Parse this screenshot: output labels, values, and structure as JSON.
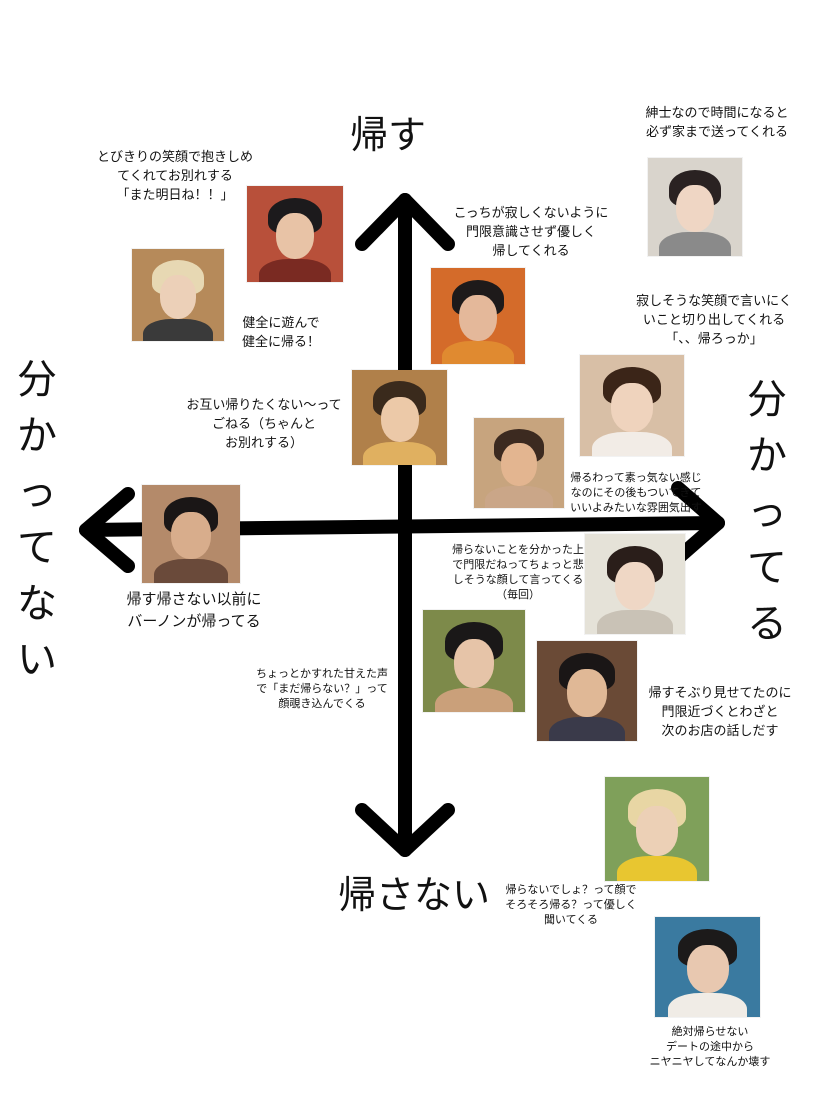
{
  "axes": {
    "top": "帰す",
    "bottom": "帰さない",
    "left": "分かってない",
    "right": "分かってる"
  },
  "notes": [
    "とびきりの笑顔で抱きしめ\nてくれてお別れする\n「また明日ね！！」",
    "健全に遊んで\n健全に帰る！",
    "こっちが寂しくないように\n門限意識させず優しく\n帰してくれる",
    "紳士なので時間になると\n必ず家まで送ってくれる",
    "寂しそうな笑顔で言いにく\nいこと切り出してくれる\n「、、帰ろっか」",
    "お互い帰りたくない〜って\nごねる（ちゃんと\nお別れする）",
    "帰るわって素っ気ない感じ\nなのにその後もついてきて\nいいよみたいな雰囲気出す",
    "帰らないことを分かった上\nで門限だねってちょっと悲\nしそうな顔して言ってくる\n（毎回）",
    "帰す帰さない以前に\nバーノンが帰ってる",
    "ちょっとかすれた甘えた声\nで「まだ帰らない？」って\n顔覗き込んでくる",
    "帰すそぶり見せてたのに\n門限近づくとわざと\n次のお店の話しだす",
    "帰らないでしょ？って顔で\nそろそろ帰る？って優しく\n聞いてくる",
    "絶対帰らせない\nデートの途中から\nニヤニヤしてなんか壊す"
  ],
  "photos": [
    {
      "bg": "#b8503a",
      "hair": "#1c1a1c",
      "skin": "#e8c3a6",
      "cloth": "#7a2a22"
    },
    {
      "bg": "#b68a5a",
      "hair": "#e7d8b3",
      "skin": "#ecd0b8",
      "cloth": "#3a3a3a"
    },
    {
      "bg": "#d46b2a",
      "hair": "#1e1a1a",
      "skin": "#e4b89a",
      "cloth": "#e08a30"
    },
    {
      "bg": "#d9d4cc",
      "hair": "#2a2222",
      "skin": "#efd6c4",
      "cloth": "#8a8a8a"
    },
    {
      "bg": "#b0804a",
      "hair": "#3a2a1c",
      "skin": "#ecc9a8",
      "cloth": "#e0b060"
    },
    {
      "bg": "#d8bfa6",
      "hair": "#3b2518",
      "skin": "#efd3bd",
      "cloth": "#f2ece6"
    },
    {
      "bg": "#c7a47e",
      "hair": "#3c2a20",
      "skin": "#e3b590",
      "cloth": "#caa688"
    },
    {
      "bg": "#b48a6a",
      "hair": "#1a1616",
      "skin": "#d8ad8c",
      "cloth": "#6a4a3a"
    },
    {
      "bg": "#e5e2d8",
      "hair": "#2a1e1a",
      "skin": "#efd7c5",
      "cloth": "#c9c2b6"
    },
    {
      "bg": "#7d8a4a",
      "hair": "#1a1818",
      "skin": "#e6c4a8",
      "cloth": "#caa07a"
    },
    {
      "bg": "#6a4a36",
      "hair": "#1a1616",
      "skin": "#e0b896",
      "cloth": "#3a3a4a"
    },
    {
      "bg": "#7fa05a",
      "hair": "#e8d6a4",
      "skin": "#ecd0b6",
      "cloth": "#e8c630"
    },
    {
      "bg": "#3a7aa0",
      "hair": "#1c1a1a",
      "skin": "#e8c8b0",
      "cloth": "#f0ece6"
    }
  ]
}
